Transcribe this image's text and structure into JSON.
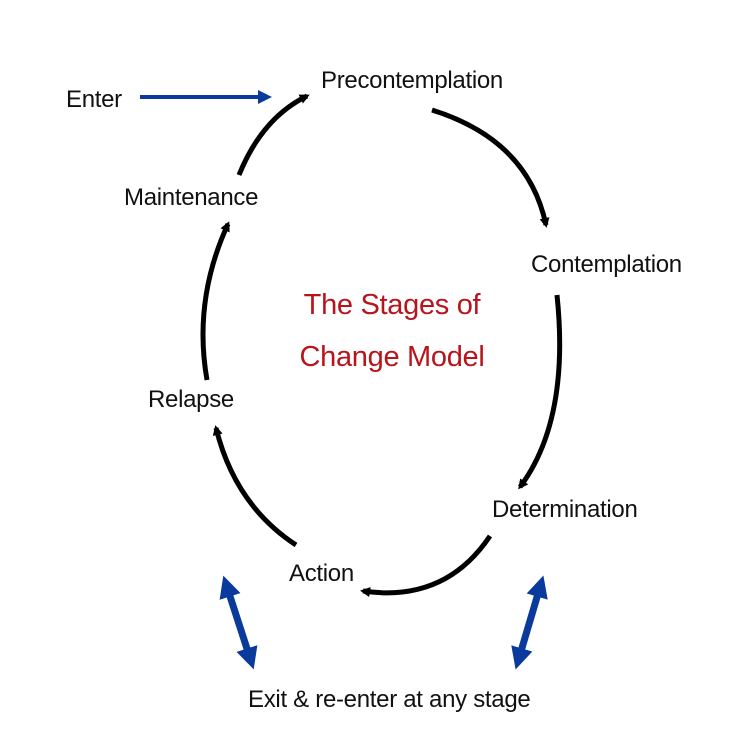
{
  "diagram": {
    "title_line1": "The Stages of",
    "title_line2": "Change Model",
    "stages": {
      "precontemplation": "Precontemplation",
      "contemplation": "Contemplation",
      "determination": "Determination",
      "action": "Action",
      "relapse": "Relapse",
      "maintenance": "Maintenance"
    },
    "enter_label": "Enter",
    "exit_label": "Exit & re-enter at any stage"
  },
  "colors": {
    "cycle_arrow": "#000000",
    "side_arrows": "#0a3a9c",
    "title": "#b8141c",
    "text": "#111111"
  }
}
